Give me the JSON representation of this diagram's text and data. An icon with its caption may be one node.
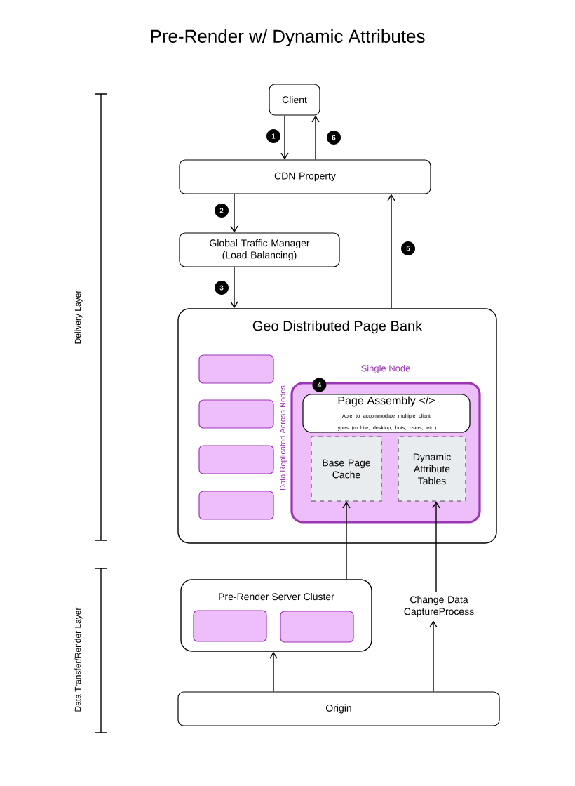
{
  "diagram": {
    "title": "Pre-Render w/ Dynamic Attributes",
    "nodes": [
      {
        "text": [
          "Client"
        ]
      },
      {
        "text": [
          "CDN Property"
        ]
      },
      {
        "text": [
          "Global Traffic Manager (Load Balancing)"
        ]
      },
      {
        "text": [
          "Geo Distributed Page Bank"
        ]
      },
      {
        "text": [
          "Single Node"
        ],
        "in": 3
      },
      {
        "text": [
          "Page Assembly </>",
          "Able to accommodate multiple client types (mobile, desktop, bots, users, etc.)"
        ],
        "beside": [
          "4"
        ],
        "in": 4
      },
      {
        "text": [
          "Base Page Cache"
        ],
        "in": 4
      },
      {
        "text": [
          "Dynamic Attribute Tables"
        ],
        "in": 4
      },
      {
        "text": [],
        "shape": "box",
        "in": 3
      },
      {
        "text": [],
        "shape": "box",
        "in": 3
      },
      {
        "text": [],
        "shape": "box",
        "in": 3
      },
      {
        "text": [],
        "shape": "box",
        "in": 3
      },
      {
        "text": [
          "Pre-Render Server Cluster"
        ]
      },
      {
        "text": [],
        "shape": "box",
        "in": 12
      },
      {
        "text": [],
        "shape": "box",
        "in": 12
      },
      {
        "text": [
          "Change Data CaptureProcess"
        ]
      },
      {
        "text": [
          "Origin"
        ]
      }
    ],
    "edges": [
      {
        "from": 0,
        "to": 1,
        "arrow": "to",
        "label": "1"
      },
      {
        "from": 1,
        "to": 0,
        "arrow": "to",
        "label": "6"
      },
      {
        "from": 1,
        "to": 2,
        "arrow": "to",
        "label": "2"
      },
      {
        "from": 2,
        "to": 3,
        "arrow": "to",
        "label": "3"
      },
      {
        "from": 3,
        "to": 1,
        "arrow": "to",
        "label": "5"
      },
      {
        "from": 16,
        "to": 12,
        "arrow": "to"
      },
      {
        "from": 12,
        "to": 6,
        "arrow": "to"
      },
      {
        "from": 16,
        "to": 15,
        "arrow": "to"
      },
      {
        "from": 15,
        "to": 7,
        "arrow": "to"
      }
    ],
    "labels": [
      "Data Replicated Across Nodes",
      "Delivery Layer",
      "Data Transfer/Render Layer"
    ]
  }
}
